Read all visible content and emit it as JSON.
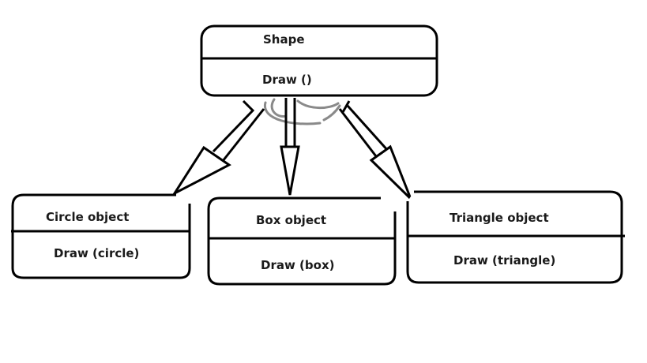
{
  "shape": {
    "title": "Shape",
    "method": "Draw ()"
  },
  "circle": {
    "title": "Circle object",
    "method": "Draw (circle)"
  },
  "box": {
    "title": "Box object",
    "method": "Draw (box)"
  },
  "triangle": {
    "title": "Triangle object",
    "method": "Draw (triangle)"
  }
}
